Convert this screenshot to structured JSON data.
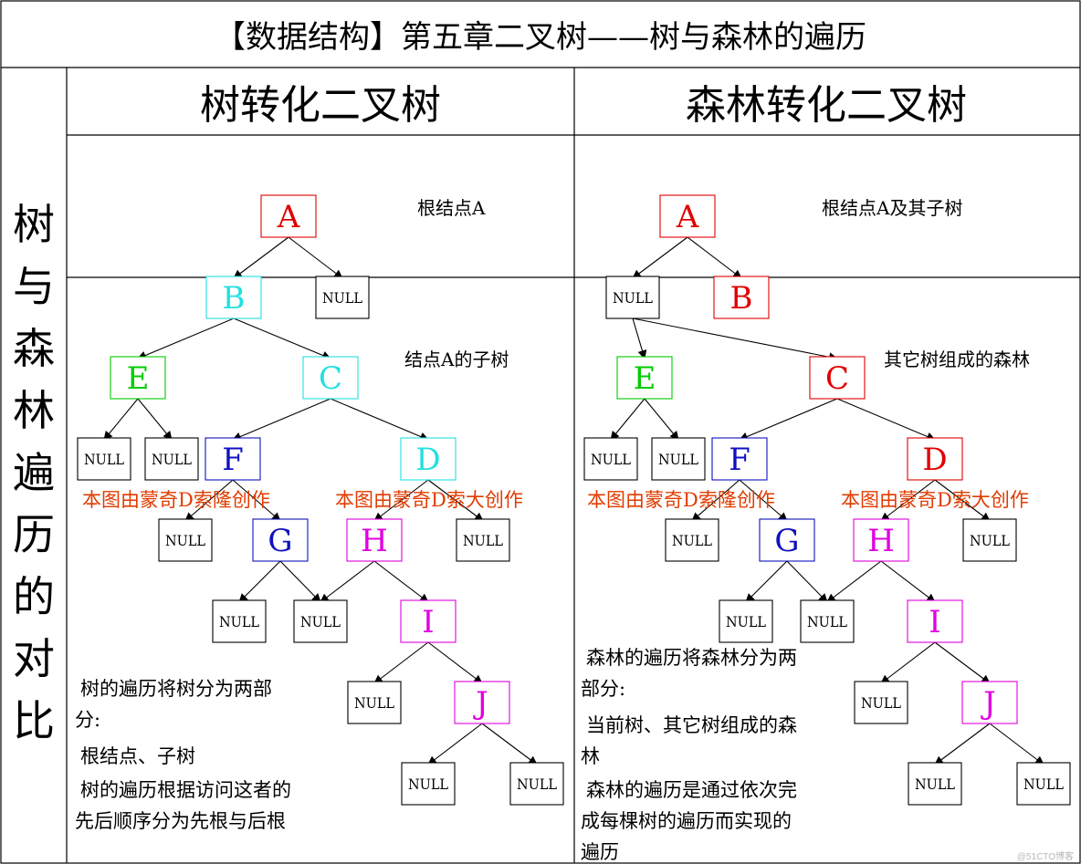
{
  "title": "【数据结构】第五章二叉树——树与森林的遍历",
  "side_label": "树与森林遍历的对比",
  "left": {
    "heading": "树转化二叉树",
    "labels": [
      "根结点A",
      "结点A的子树"
    ],
    "credits": [
      "本图由蒙奇D索隆创作",
      "本图由蒙奇D索大创作"
    ],
    "notes": [
      "树的遍历将树分为两部",
      "分:",
      "根结点、子树",
      "树的遍历根据访问这者的",
      "先后顺序分为先根与后根"
    ],
    "nodes": [
      {
        "text": "A",
        "color": "#e00000"
      },
      {
        "text": "B",
        "color": "#22e0e0"
      },
      {
        "text": "NULL",
        "color": "#000000"
      },
      {
        "text": "E",
        "color": "#00cc00"
      },
      {
        "text": "C",
        "color": "#22e0e0"
      },
      {
        "text": "NULL",
        "color": "#000000"
      },
      {
        "text": "NULL",
        "color": "#000000"
      },
      {
        "text": "F",
        "color": "#1010c0"
      },
      {
        "text": "D",
        "color": "#22e0e0"
      },
      {
        "text": "NULL",
        "color": "#000000"
      },
      {
        "text": "G",
        "color": "#1010c0"
      },
      {
        "text": "H",
        "color": "#e000e0"
      },
      {
        "text": "NULL",
        "color": "#000000"
      },
      {
        "text": "NULL",
        "color": "#000000"
      },
      {
        "text": "NULL",
        "color": "#000000"
      },
      {
        "text": "I",
        "color": "#e000e0"
      },
      {
        "text": "NULL",
        "color": "#000000"
      },
      {
        "text": "J",
        "color": "#e000e0"
      },
      {
        "text": "NULL",
        "color": "#000000"
      },
      {
        "text": "NULL",
        "color": "#000000"
      }
    ]
  },
  "right": {
    "heading": "森林转化二叉树",
    "labels": [
      "根结点A及其子树",
      "其它树组成的森林"
    ],
    "credits": [
      "本图由蒙奇D索隆创作",
      "本图由蒙奇D索大创作"
    ],
    "notes": [
      "森林的遍历将森林分为两",
      "部分:",
      "当前树、其它树组成的森",
      "林",
      "森林的遍历是通过依次完",
      "成每棵树的遍历而实现的",
      "遍历"
    ],
    "nodes": [
      {
        "text": "A",
        "color": "#e00000"
      },
      {
        "text": "NULL",
        "color": "#000000"
      },
      {
        "text": "B",
        "color": "#e00000"
      },
      {
        "text": "E",
        "color": "#00cc00"
      },
      {
        "text": "C",
        "color": "#e00000"
      },
      {
        "text": "NULL",
        "color": "#000000"
      },
      {
        "text": "NULL",
        "color": "#000000"
      },
      {
        "text": "F",
        "color": "#1010c0"
      },
      {
        "text": "D",
        "color": "#e00000"
      },
      {
        "text": "NULL",
        "color": "#000000"
      },
      {
        "text": "G",
        "color": "#1010c0"
      },
      {
        "text": "H",
        "color": "#e000e0"
      },
      {
        "text": "NULL",
        "color": "#000000"
      },
      {
        "text": "NULL",
        "color": "#000000"
      },
      {
        "text": "NULL",
        "color": "#000000"
      },
      {
        "text": "I",
        "color": "#e000e0"
      },
      {
        "text": "NULL",
        "color": "#000000"
      },
      {
        "text": "J",
        "color": "#e000e0"
      },
      {
        "text": "NULL",
        "color": "#000000"
      },
      {
        "text": "NULL",
        "color": "#000000"
      }
    ]
  },
  "watermark": "@51CTO博客",
  "colors": {
    "credit": "#e03c00",
    "grid": "#000000",
    "null_border": "#000000"
  }
}
